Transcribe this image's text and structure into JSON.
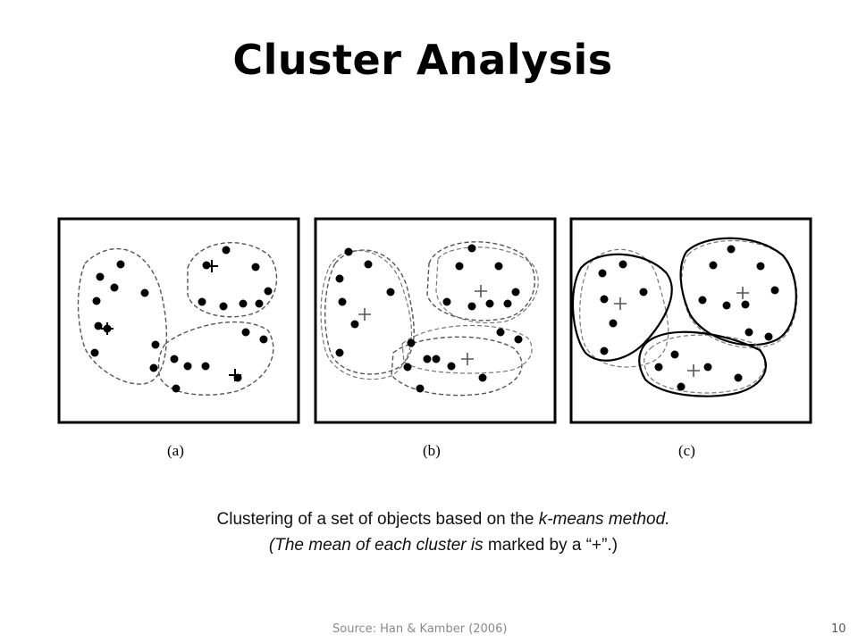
{
  "slide": {
    "title": "Cluster Analysis",
    "caption_line1_part1": "Clustering of a set of objects based on the ",
    "caption_line1_italic": "k-means method.",
    "caption_line2_italic": "(The mean of each cluster is",
    "caption_line2_part2": " marked by a “+”.)",
    "source": "Source: Han & Kamber (2006)",
    "page_number": "10"
  },
  "figure": {
    "panels": [
      {
        "label": "(a)"
      },
      {
        "label": "(b)"
      },
      {
        "label": "(c)"
      }
    ]
  }
}
